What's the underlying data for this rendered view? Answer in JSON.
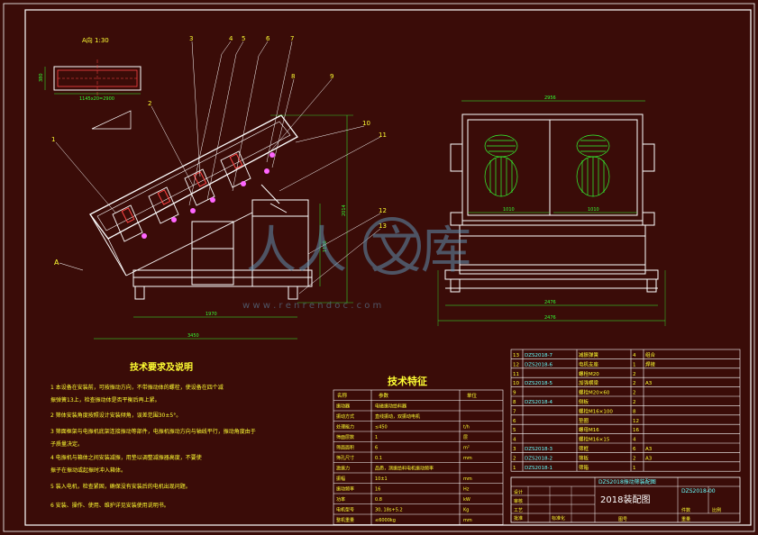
{
  "drawing": {
    "scale_label": "A向 1:30",
    "view_label": "A",
    "leaders": [
      "1",
      "2",
      "3",
      "4",
      "5",
      "6",
      "7",
      "8",
      "9",
      "10",
      "11",
      "12",
      "13"
    ],
    "dims": {
      "side_total": "3450",
      "side_frame": "1970",
      "side_height": "1100",
      "side_height2": "2014",
      "front_top": "2956",
      "front_bottom": "2476",
      "front_bottom2": "2476",
      "front_inner_left": "1010",
      "front_inner_right": "1010",
      "view_a_h": "380",
      "view_a_w": "1145x20=2900"
    }
  },
  "tech_req": {
    "title": "技术要求及说明",
    "items": [
      "1  本设备在安装前，可按振动方向，不带振动体的螺栓，使设备在四个减",
      "   振弹簧13上，检查振动体是否平衡后再上紧。",
      "2  筛体安装角度按照设计安装倾角，误差范围30±5°。",
      "3  筛面框架与电振机底架连接振动等部件，电振机振动方向与轴线平行，振动角度由于",
      "   子质量决定。",
      "4  电振机与箱体之间安装减振，用垫以调整减振器高度，不要使",
      "   振子在振动或起振时冲入箱体。",
      "5  装入电机，检查紧固，确保没有安装后的电机出现问题。",
      "6  安装、操作、使用、维护详见安装使用说明书。"
    ]
  },
  "specs": {
    "title": "技术特征",
    "header": [
      "名称",
      "参数",
      "单位"
    ],
    "rows": [
      [
        "振动器",
        "电磁振动给料器",
        ""
      ],
      [
        "振动方式",
        "直线振动，双振动电机",
        ""
      ],
      [
        "处理能力",
        "≤450",
        "t/h"
      ],
      [
        "筛面层数",
        "1",
        "层"
      ],
      [
        "筛面面积",
        "6",
        "m²"
      ],
      [
        "筛孔尺寸",
        "0.1",
        "mm"
      ],
      [
        "激振力",
        "品质，测振给料电机振动频率",
        ""
      ],
      [
        "振幅",
        "10±1",
        "mm"
      ],
      [
        "振动频率",
        "16",
        "Hz"
      ],
      [
        "功率",
        "0.8",
        "kW"
      ],
      [
        "电机型号",
        "30, 18s+5.2",
        "Kg"
      ],
      [
        "整机重量",
        "≤6000kg",
        "mm"
      ]
    ]
  },
  "bom": {
    "rows": [
      [
        "13",
        "DZS2018-7",
        "减振弹簧",
        "4",
        "组合"
      ],
      [
        "12",
        "DZS2018-6",
        "电机支座",
        "1",
        "焊接"
      ],
      [
        "11",
        "",
        "螺栓M20",
        "2",
        ""
      ],
      [
        "10",
        "DZS2018-5",
        "加强横梁",
        "2",
        "A3"
      ],
      [
        "9",
        "",
        "螺栓M20×60",
        "2",
        ""
      ],
      [
        "8",
        "DZS2018-4",
        "侧板",
        "2",
        ""
      ],
      [
        "7",
        "",
        "螺栓M16×100",
        "8",
        ""
      ],
      [
        "6",
        "",
        "垫圈",
        "12",
        ""
      ],
      [
        "5",
        "",
        "螺母M16",
        "16",
        ""
      ],
      [
        "4",
        "",
        "螺栓M16×15",
        "4",
        ""
      ],
      [
        "3",
        "DZS2018-3",
        "筛框",
        "6",
        "A3"
      ],
      [
        "2",
        "DZS2018-2",
        "筛板",
        "2",
        "A3"
      ],
      [
        "1",
        "DZS2018-1",
        "筛箱",
        "1",
        ""
      ]
    ],
    "title_block": {
      "name": "DZS2018振动筛装配图",
      "subtitle": "2018装配图",
      "code": "DZS2018-00",
      "labels": [
        "设计",
        "审核",
        "工艺",
        "批准",
        "标准化"
      ],
      "right_labels": [
        "件数",
        "比例",
        "重量",
        "图号"
      ]
    }
  },
  "watermark": {
    "left": "人人",
    "right": "文库",
    "url": "w w w . r e n r e n d o c . c o m"
  },
  "colors": {
    "background": "#3a0c08",
    "frame": "#ffffff",
    "geometry_white": "#ffffff",
    "dimension": "#33ff33",
    "text": "#ffff33",
    "motor": "#ff66ff",
    "table_cyan": "#66ffff"
  }
}
